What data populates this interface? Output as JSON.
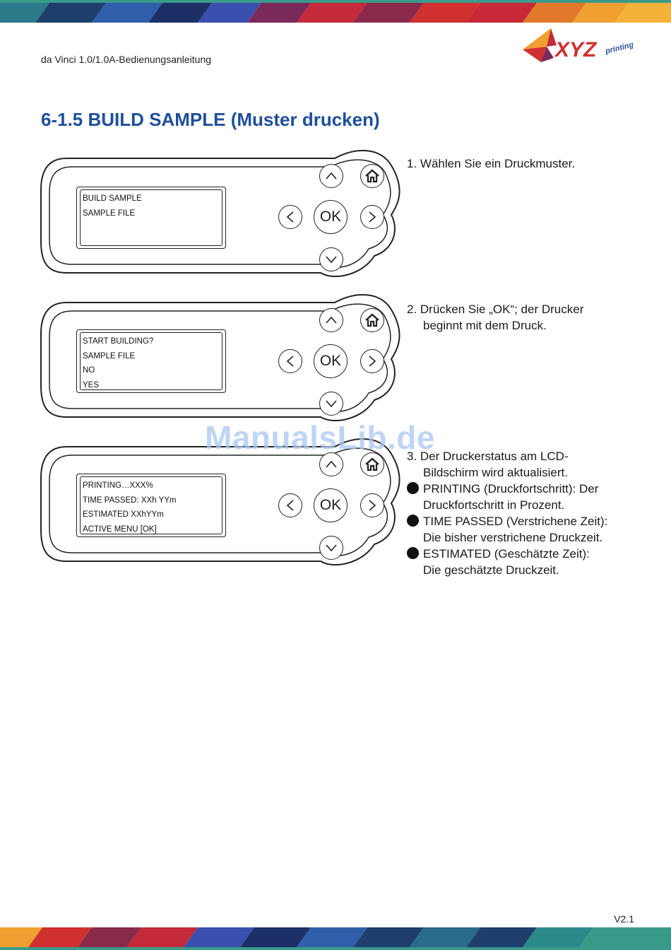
{
  "header": {
    "doc_title": "da Vinci 1.0/1.0A-Bedienungsanleitung",
    "logo": {
      "icon": "xyz-printing-logo",
      "text": "XYZ",
      "subtext": "printing"
    }
  },
  "section": {
    "heading": "6-1.5 BUILD SAMPLE (Muster drucken)"
  },
  "panels": [
    {
      "lcd_lines": [
        "BUILD SAMPLE",
        "SAMPLE FILE",
        "",
        ""
      ],
      "buttons": {
        "ok_label": "OK",
        "up_icon": "chevron-up-icon",
        "down_icon": "chevron-down-icon",
        "left_icon": "chevron-left-icon",
        "right_icon": "chevron-right-icon",
        "home_icon": "home-icon"
      },
      "step_lines": [
        "1. Wählen Sie ein Druckmuster."
      ]
    },
    {
      "lcd_lines": [
        "START BUILDING?",
        "SAMPLE FILE",
        "NO",
        "YES"
      ],
      "buttons": {
        "ok_label": "OK"
      },
      "step_lines": [
        "2. Drücken Sie „OK“; der Drucker",
        "beginnt mit dem Druck."
      ]
    },
    {
      "lcd_lines": [
        "PRINTING…XXX%",
        "TIME PASSED: XXh YYm",
        "ESTIMATED  XXhYYm",
        "ACTIVE MENU [OK]"
      ],
      "buttons": {
        "ok_label": "OK"
      },
      "step_lines": [
        "3. Der Druckerstatus am LCD-",
        "Bildschirm wird aktualisiert."
      ],
      "bullets": [
        {
          "lines": [
            "PRINTING (Druckfortschritt): Der",
            "Druckfortschritt in Prozent."
          ]
        },
        {
          "lines": [
            "TIME PASSED (Verstrichene Zeit):",
            "Die bisher verstrichene Druckzeit."
          ]
        },
        {
          "lines": [
            "ESTIMATED (Geschätzte Zeit):",
            "Die geschätzte Druckzeit."
          ]
        }
      ]
    }
  ],
  "watermark": "ManualsLib.de",
  "footer": {
    "version": "V2.1"
  },
  "colors": {
    "heading": "#1f4f9c",
    "watermark": "#aac8f0",
    "band_blue": "#2e4da0",
    "band_orange": "#f0a030",
    "band_red": "#d0322a",
    "band_teal": "#2a8a8a"
  }
}
